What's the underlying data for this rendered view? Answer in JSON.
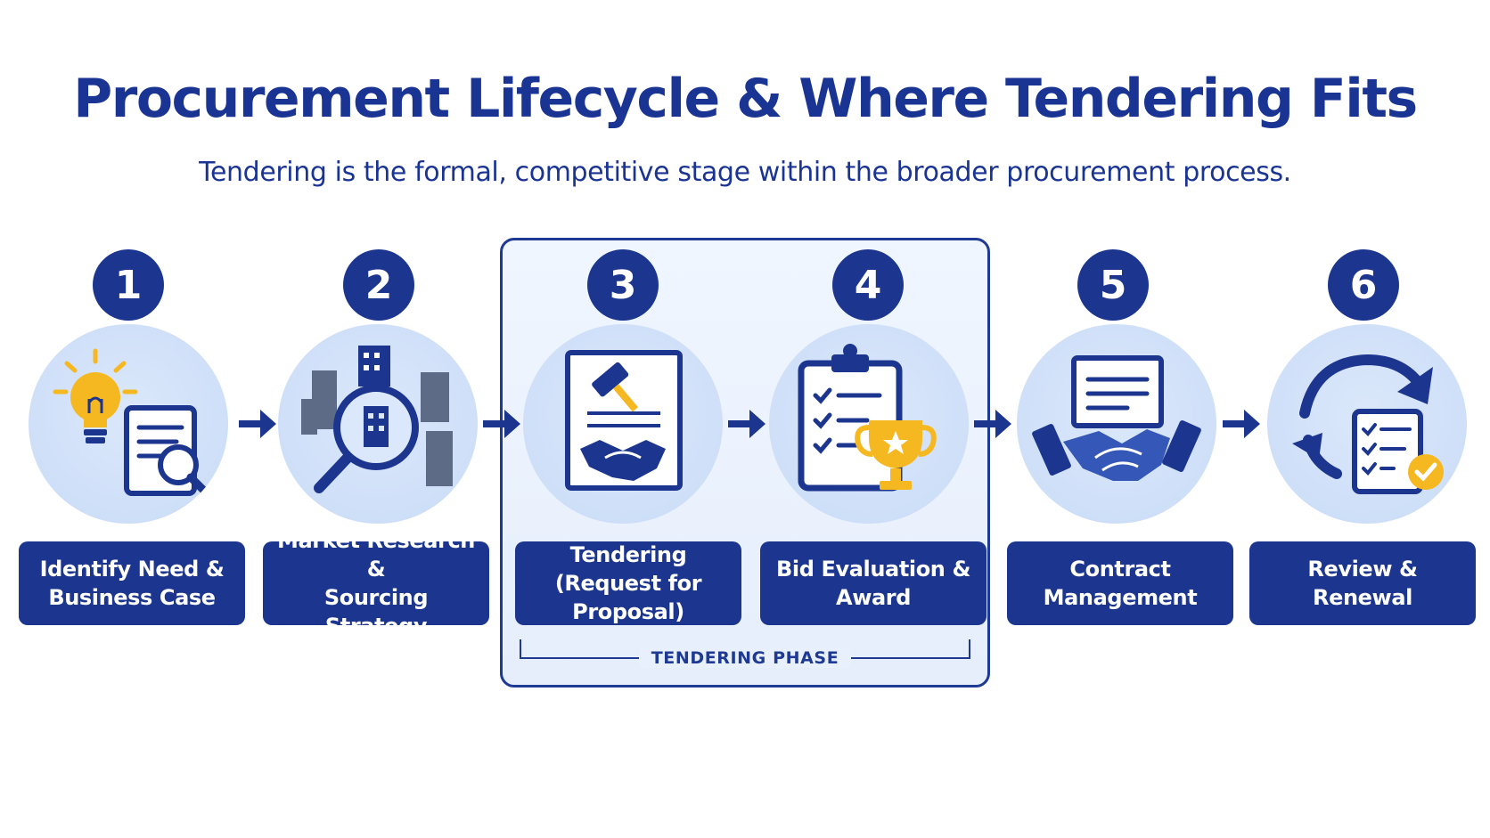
{
  "title": "Procurement Lifecycle & Where Tendering Fits",
  "subtitle": "Tendering is the formal, competitive stage within the broader procurement process.",
  "phase_label": "TENDERING PHASE",
  "colors": {
    "navy": "#1c368f",
    "circle_light": "#d4e3f9",
    "accent_yellow": "#f5b820",
    "phase_bg": "#e9f0fd"
  },
  "steps": [
    {
      "number": "1",
      "label_line1": "Identify Need &",
      "label_line2": "Business Case",
      "icon": "lightbulb-document-icon"
    },
    {
      "number": "2",
      "label_line1": "Market Research &",
      "label_line2": "Sourcing Strategy",
      "icon": "buildings-magnifier-icon"
    },
    {
      "number": "3",
      "label_line1": "Tendering",
      "label_line2": "(Request for Proposal)",
      "icon": "gavel-handshake-document-icon"
    },
    {
      "number": "4",
      "label_line1": "Bid Evaluation &",
      "label_line2": "Award",
      "icon": "clipboard-trophy-icon"
    },
    {
      "number": "5",
      "label_line1": "Contract",
      "label_line2": "Management",
      "icon": "contract-handshake-icon"
    },
    {
      "number": "6",
      "label_line1": "Review &",
      "label_line2": "Renewal",
      "icon": "cycle-checklist-icon"
    }
  ]
}
